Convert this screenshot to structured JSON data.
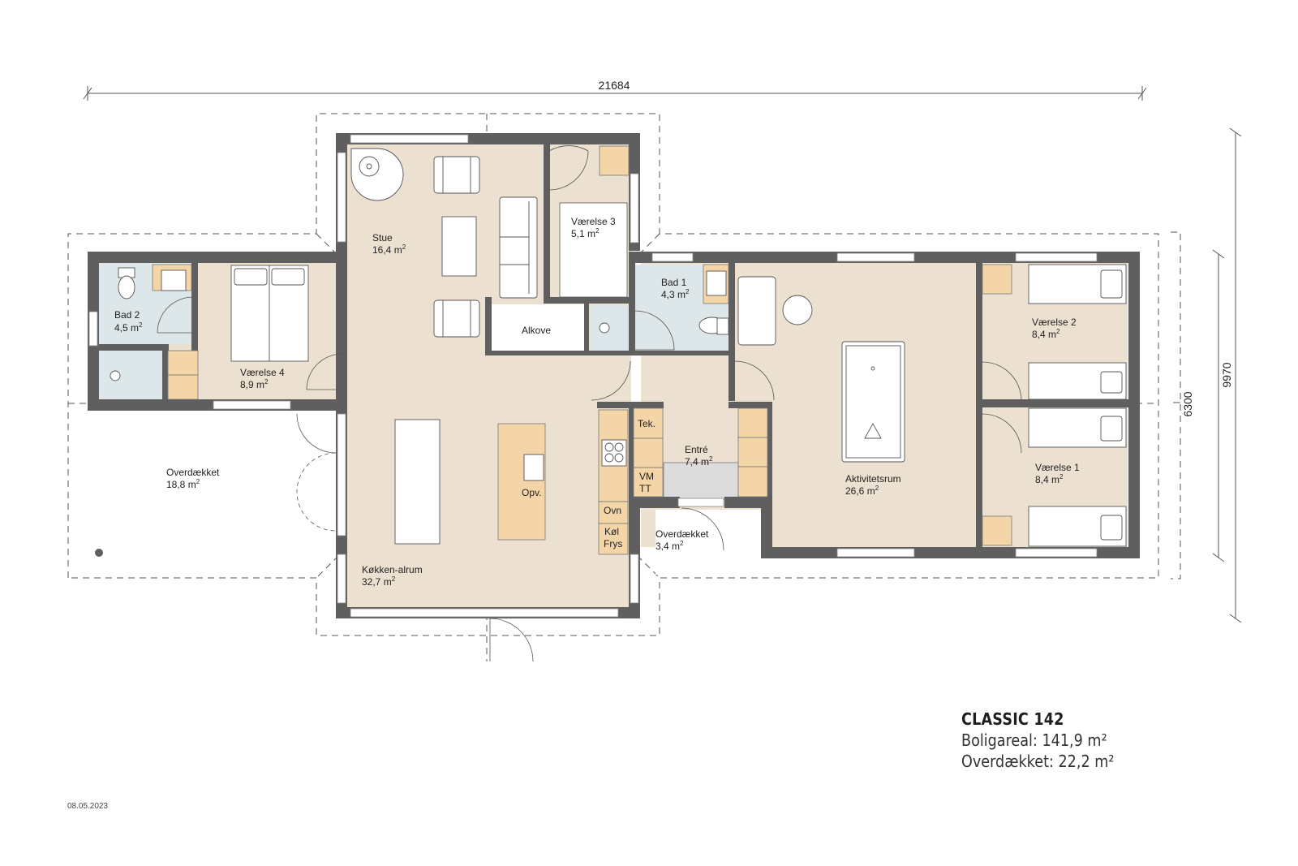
{
  "plan": {
    "name": "CLASSIC 142",
    "living_area": "Boligareal: 141,9 m²",
    "covered_area": "Overdækket: 22,2 m²",
    "date": "08.05.2023"
  },
  "dimensions": {
    "total_width": "21684",
    "total_depth": "9970",
    "core_depth": "6300"
  },
  "rooms": [
    {
      "name": "Stue",
      "area": "16,4 m"
    },
    {
      "name": "Værelse 3",
      "area": "5,1 m"
    },
    {
      "name": "Bad 2",
      "area": "4,5 m"
    },
    {
      "name": "Værelse 4",
      "area": "8,9 m"
    },
    {
      "name": "Bad 1",
      "area": "4,3 m"
    },
    {
      "name": "Alkove",
      "area": ""
    },
    {
      "name": "Værelse 2",
      "area": "8,4 m"
    },
    {
      "name": "Værelse 1",
      "area": "8,4 m"
    },
    {
      "name": "Aktivitetsrum",
      "area": "26,6 m"
    },
    {
      "name": "Entré",
      "area": "7,4 m"
    },
    {
      "name": "Overdækket",
      "area": "18,8 m"
    },
    {
      "name": "Overdækket",
      "area": "3,4 m"
    },
    {
      "name": "Køkken-alrum",
      "area": "32,7 m"
    }
  ],
  "fixtures": {
    "tek": "Tek.",
    "vm": "VM",
    "tt": "TT",
    "opv": "Opv.",
    "ovn": "Ovn",
    "kol": "Køl",
    "frys": "Frys"
  },
  "sup": "2",
  "colors": {
    "wall": "#5f5f5f",
    "floor": "#ece0d1",
    "bath": "#dde6e8",
    "cabinet": "#f4d5a8",
    "entry_mat": "#dcdcdc",
    "dashed": "#555555"
  }
}
